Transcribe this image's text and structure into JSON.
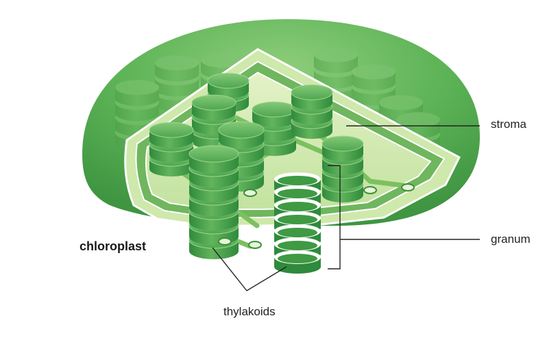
{
  "diagram": {
    "title": "chloroplast",
    "labels": {
      "stroma": "stroma",
      "granum": "granum",
      "thylakoids": "thylakoids"
    },
    "colors": {
      "outer_membrane": "#4fa646",
      "outer_dark": "#3d8f38",
      "inner_light": "#d8edb8",
      "stroma_fill": "#b9dc8f",
      "disc_light": "#6cbc64",
      "disc_dark": "#2f8a3c",
      "leader_line": "#222222"
    },
    "icons": [
      "chloroplast-illustration"
    ]
  }
}
